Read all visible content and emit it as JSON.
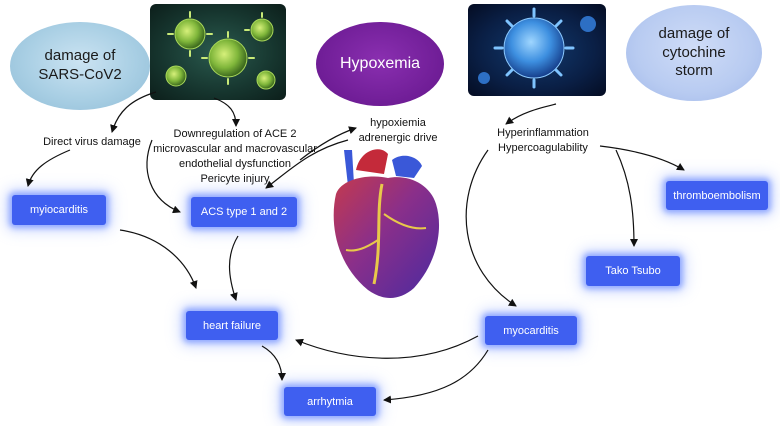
{
  "ellipses": {
    "sars": "damage of\nSARS-CoV2",
    "hypoxemia": "Hypoxemia",
    "cytokine": "damage of\ncytochine\nstorm"
  },
  "labels": {
    "direct_virus": "Direct virus damage",
    "ace2": "Downregulation of ACE 2\nmicrovascular and macrovascular\nendothelial dysfunction\nPericyte injury",
    "hypoxiemia": "hypoxiemia\nadrenergic drive",
    "hyperinflammation": "Hyperinflammation\nHypercoagulability"
  },
  "boxes": {
    "myiocarditis": "myiocarditis",
    "acs": "ACS type 1 and  2",
    "heart_failure": "heart failure",
    "arrhytmia": "arrhytmia",
    "myocarditis": "myocarditis",
    "tako_tsubo": "Tako Tsubo",
    "thromboembolism": "thromboembolism"
  },
  "colors": {
    "box_fill": "#3f5ff0",
    "box_glow": "#8fa6ff",
    "purple": "#6f1d96",
    "arrow": "#111111"
  },
  "images": {
    "virus_left": "virus-cluster-image",
    "virus_right": "virus-particle-image",
    "heart": "heart-illustration"
  }
}
